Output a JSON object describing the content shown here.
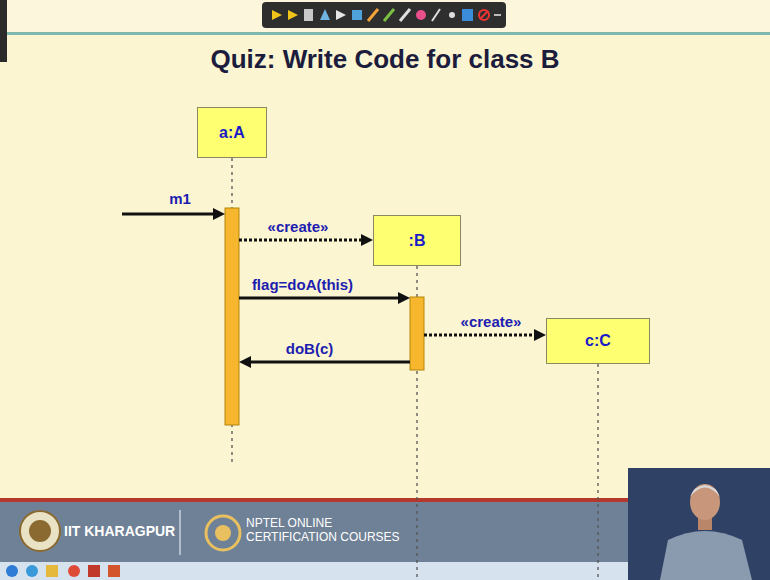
{
  "diagram": {
    "title": "Quiz: Write Code for class B",
    "nodes": [
      {
        "text": [
          "a:A"
        ]
      },
      {
        "text": [
          ":B"
        ]
      },
      {
        "text": [
          "c:C"
        ]
      }
    ],
    "edges": [
      {
        "from": 0,
        "to": 1,
        "label": "«create»",
        "arrow": "to"
      },
      {
        "from": 0,
        "to": 1,
        "label": "flag=doA(this)",
        "arrow": "to"
      },
      {
        "from": 1,
        "to": 2,
        "label": "«create»",
        "arrow": "to"
      },
      {
        "from": 1,
        "to": 0,
        "label": "doB(c)",
        "arrow": "to"
      }
    ],
    "labels": [
      "m1",
      "IIT KHARAGPUR",
      "NPTEL ONLINE CERTIFICATION COURSES"
    ]
  }
}
